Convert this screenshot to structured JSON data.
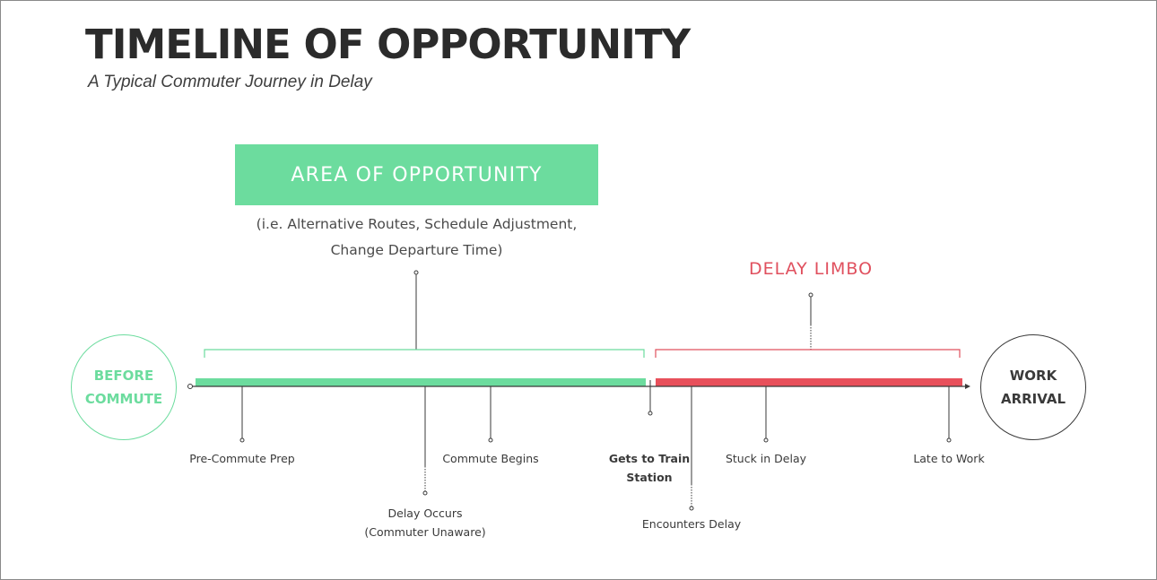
{
  "title": "TIMELINE OF OPPORTUNITY",
  "subtitle": "A Typical Commuter Journey in Delay",
  "opportunity": {
    "label": "AREA OF OPPORTUNITY",
    "desc_line1": "(i.e. Alternative Routes, Schedule Adjustment,",
    "desc_line2": "Change Departure Time)"
  },
  "limbo": {
    "label": "DELAY LIMBO"
  },
  "start": {
    "line1": "BEFORE",
    "line2": "COMMUTE"
  },
  "end": {
    "line1": "WORK",
    "line2": "ARRIVAL"
  },
  "events": {
    "pre_commute": {
      "line1": "Pre-Commute Prep"
    },
    "delay_occurs": {
      "line1": "Delay Occurs",
      "line2": "(Commuter Unaware)"
    },
    "commute_begins": {
      "line1": "Commute Begins"
    },
    "gets_to_station": {
      "line1": "Gets to Train",
      "line2": "Station"
    },
    "encounters_delay": {
      "line1": "Encounters Delay"
    },
    "stuck_in_delay": {
      "line1": "Stuck in Delay"
    },
    "late_to_work": {
      "line1": "Late to Work"
    }
  },
  "colors": {
    "green": "#6cdc9e",
    "red": "#e8505b",
    "text": "#2b2b2b",
    "axis": "#3a3a3a"
  }
}
